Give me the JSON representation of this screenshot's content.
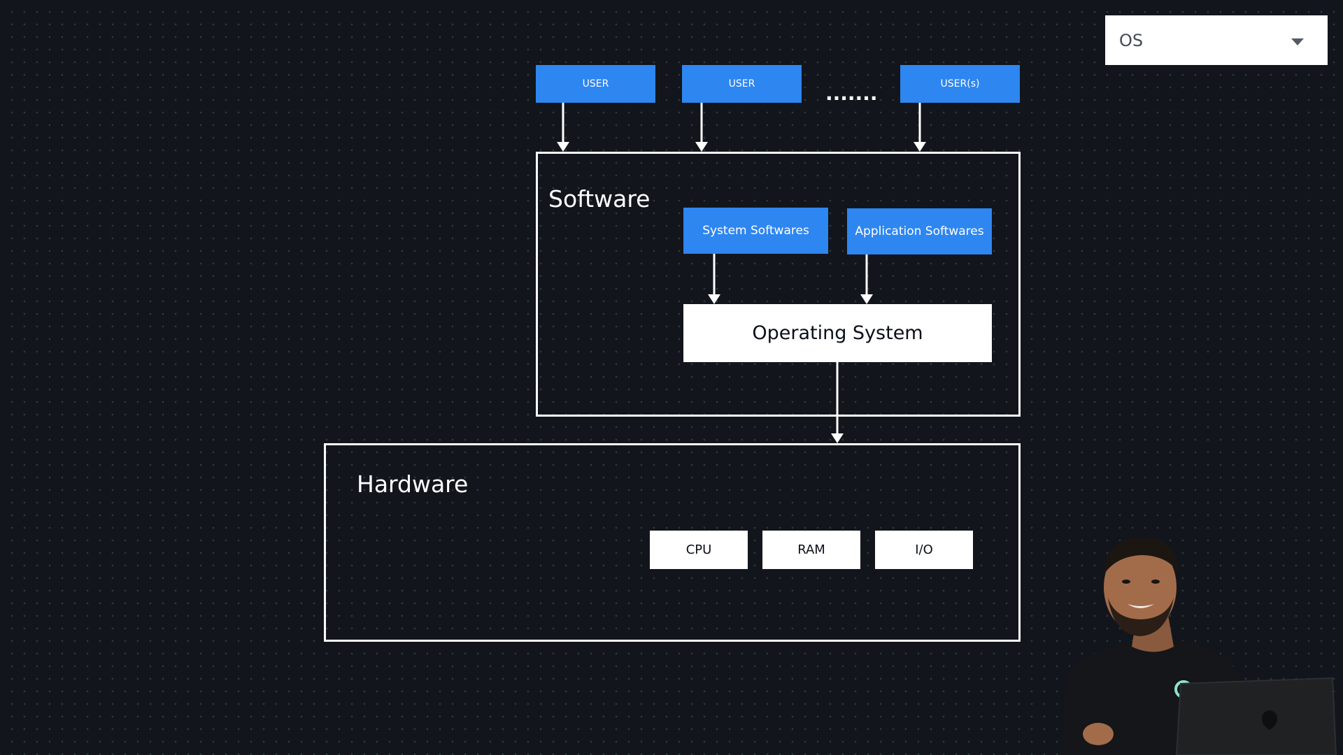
{
  "dropdown": {
    "selected": "OS",
    "icon": "chevron-down-icon"
  },
  "users": [
    {
      "label": "USER"
    },
    {
      "label": "USER"
    },
    {
      "label": "USER(s)"
    }
  ],
  "users_ellipsis": ".......",
  "software": {
    "title": "Software",
    "system_label": "System Softwares",
    "application_label": "Application Softwares",
    "os_label": "Operating System"
  },
  "hardware": {
    "title": "Hardware",
    "components": [
      {
        "label": "CPU"
      },
      {
        "label": "RAM"
      },
      {
        "label": "I/O"
      }
    ]
  },
  "colors": {
    "background": "#12151c",
    "accent_blue": "#2e86f0",
    "box_white": "#ffffff",
    "line_white": "#ffffff"
  }
}
